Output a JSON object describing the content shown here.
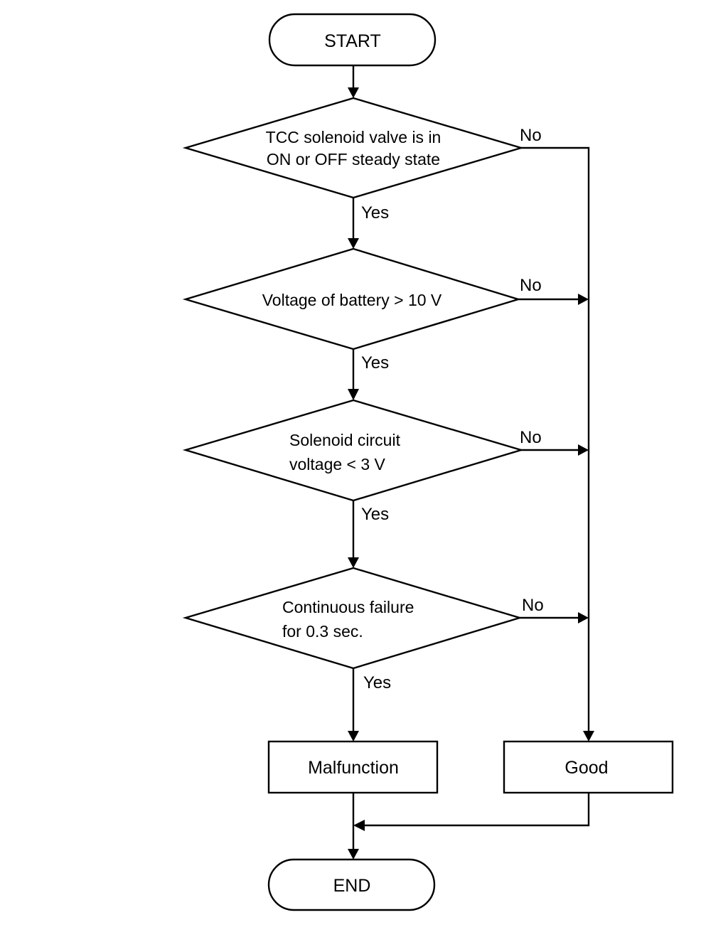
{
  "flowchart": {
    "start": "START",
    "end": "END",
    "decisions": [
      {
        "lines": [
          "TCC solenoid valve is in",
          "ON or OFF steady state"
        ],
        "yes": "Yes",
        "no": "No"
      },
      {
        "lines": [
          "Voltage of battery > 10 V"
        ],
        "yes": "Yes",
        "no": "No"
      },
      {
        "lines": [
          "Solenoid circuit",
          "voltage < 3 V"
        ],
        "yes": "Yes",
        "no": "No"
      },
      {
        "lines": [
          "Continuous failure",
          "for 0.3 sec."
        ],
        "yes": "Yes",
        "no": "No"
      }
    ],
    "outcomes": {
      "malfunction": "Malfunction",
      "good": "Good"
    }
  }
}
